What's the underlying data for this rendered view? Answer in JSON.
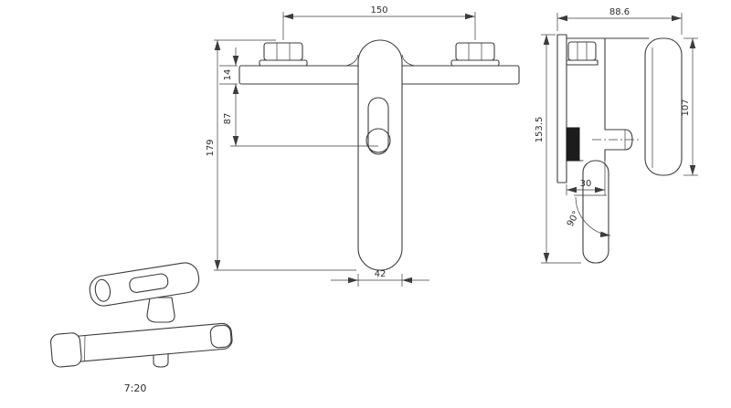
{
  "colors": {
    "line": "#3c3c3c",
    "background": "#ffffff"
  },
  "front_view": {
    "dims": {
      "top_width": "150",
      "plate_thickness": "14",
      "handle_center_drop": "87",
      "total_height": "179",
      "body_width": "42"
    }
  },
  "side_view": {
    "dims": {
      "depth": "88.6",
      "handle_height": "107",
      "total_height": "153.5",
      "body_offset": "30",
      "outlet_angle": "90°"
    }
  },
  "isometric_view": {
    "scale": "7:20"
  }
}
